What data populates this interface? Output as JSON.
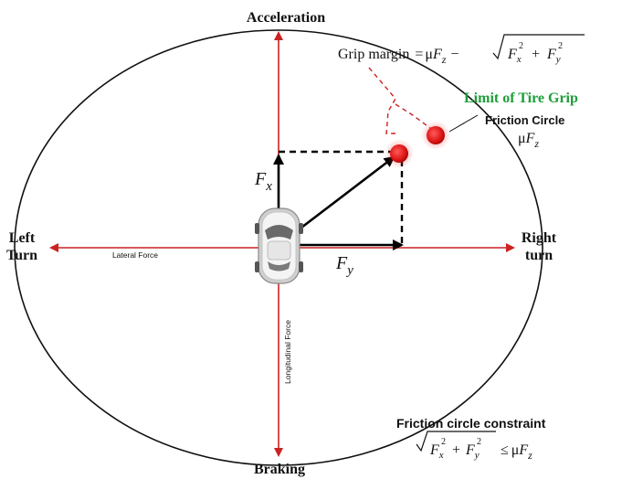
{
  "labels": {
    "acceleration": "Acceleration",
    "braking": "Braking",
    "left_line1": "Left",
    "left_line2": "Turn",
    "right_line1": "Right",
    "right_line2": "turn",
    "lateral_force": "Lateral Force",
    "longitudinal_force": "Longitudinal Force",
    "limit_of_tire_grip": "Limit of Tire Grip",
    "friction_circle": "Friction  Circle",
    "mu": "μ",
    "F": "F",
    "sub_x": "x",
    "sub_y": "y",
    "sub_z": "z",
    "sup_2": "2",
    "plus": "+",
    "minus": "−",
    "equals": "=",
    "leq": "≤",
    "grip_margin": "Grip margin",
    "constraint_title": "Friction circle constraint"
  },
  "colors": {
    "axis": "#cc2222",
    "circle": "#111111",
    "vector": "#000000",
    "dashed_box": "#000000",
    "grip_margin_dash": "#cc2222",
    "point": "#e01818",
    "limit_text": "#1e9e3a",
    "text": "#111111"
  },
  "icons": {
    "car": "car-top-view-icon"
  }
}
